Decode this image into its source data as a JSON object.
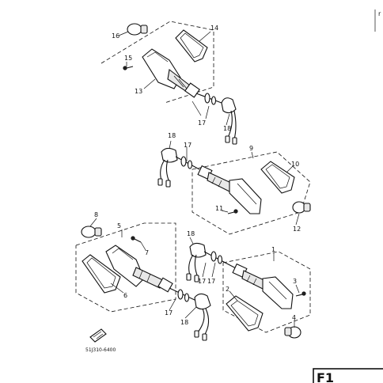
{
  "callouts": {
    "c1": "1",
    "c2": "2",
    "c3": "3",
    "c4": "4",
    "c5": "5",
    "c6": "6",
    "c7": "7",
    "c8": "8",
    "c9": "9",
    "c10": "10",
    "c11": "11",
    "c12": "12",
    "c13": "13",
    "c14": "14",
    "c15": "15",
    "c16": "16",
    "c17a": "17",
    "c17b": "17",
    "c17c": "17",
    "c17d": "17",
    "c18a": "18",
    "c18b": "18",
    "c18c": "18",
    "c18d": "18"
  },
  "part_code": "51J310-6400",
  "plate_label": "F1",
  "corner_mark": "r"
}
